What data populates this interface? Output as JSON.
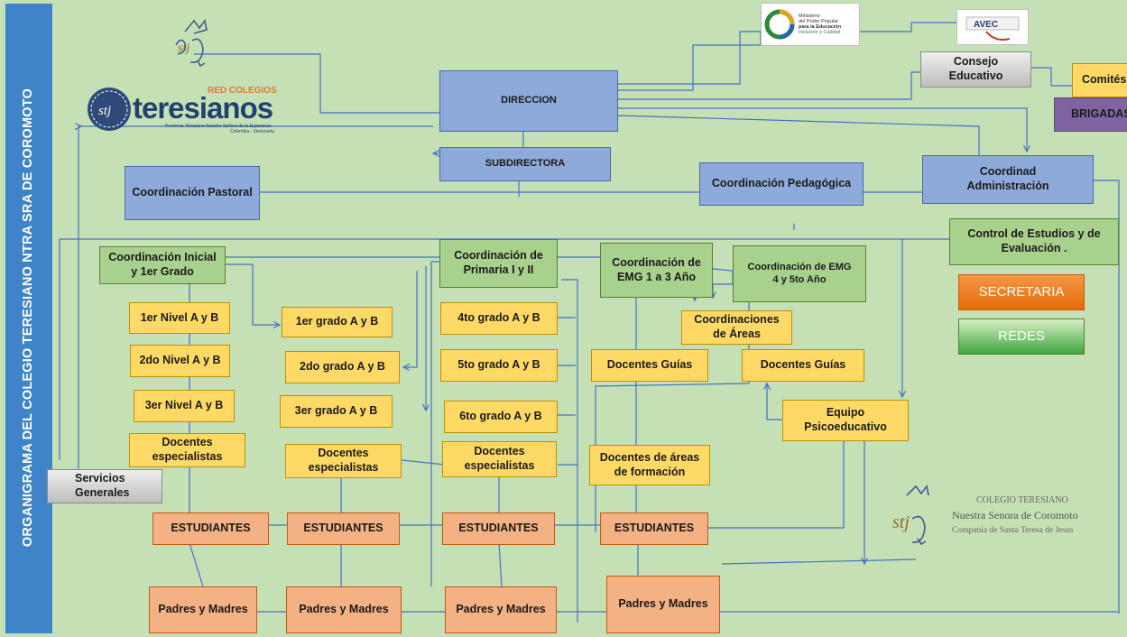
{
  "title": "ORGANIGRAMA DEL COLEGIO TERESIANO  NTRA SRA DE COROMOTO",
  "logos": {
    "red_colegios": {
      "top": "RED COLEGIOS",
      "main": "teresianos",
      "sub1": "Provincia Teresiana Nuestra Señora de la Esperanza",
      "sub2": "Colombia - Venezuela"
    },
    "ministerio": {
      "line1": "Ministerio",
      "line2": "del Poder Popular",
      "line3": "para la Educación",
      "line4": "Inclusión y Calidad"
    },
    "avec": {
      "text": "AVEC"
    },
    "colegio": {
      "line1": "COLEGIO TERESIANO",
      "line2": "Nuestra Senora de Coromoto",
      "line3": "Compania de Santa Teresa de Jesus"
    }
  },
  "boxes": {
    "direccion": "DIRECCION",
    "subdirectora": "SUBDIRECTORA",
    "consejo": "Consejo\nEducativo",
    "comites": "Comités",
    "brigadas": "BRIGADAS",
    "coord_pastoral": "Coordinación Pastoral",
    "coord_pedagogica": "Coordinación Pedagógica",
    "coord_administracion": "Coordinad\nAdministración",
    "control_estudios": "Control de Estudios y de\nEvaluación .",
    "secretaria": "SECRETARIA",
    "redes": "REDES",
    "coord_inicial": "Coordinación Inicial\ny 1er Grado",
    "coord_primaria": "Coordinación de\nPrimaria I  y  II",
    "coord_emg_13": "Coordinación de\nEMG  1 a 3  Año",
    "coord_emg_45": "Coordinación  de EMG\n4 y 5to Año",
    "nivel1": "1er Nivel A y B",
    "nivel2": "2do Nivel A y B",
    "nivel3": "3er Nivel A y B",
    "docentes_esp_1": "Docentes\nespecialistas",
    "grado1": "1er grado A y B",
    "grado2": "2do grado A y B",
    "grado3": "3er grado A y B",
    "docentes_esp_2": "Docentes\nespecialistas",
    "grado4": "4to grado A y B",
    "grado5": "5to grado A y B",
    "grado6": "6to grado A y B",
    "docentes_esp_3": "Docentes\nespecialistas",
    "coord_areas": "Coordinaciones\nde Áreas",
    "docentes_guias_1": "Docentes Guías",
    "docentes_guias_2": "Docentes Guías",
    "docentes_areas": "Docentes de áreas\nde formación",
    "equipo_psico": "Equipo\nPsicoeducativo",
    "servicios": "Servicios\nGenerales",
    "est1": "ESTUDIANTES",
    "est2": "ESTUDIANTES",
    "est3": "ESTUDIANTES",
    "est4": "ESTUDIANTES",
    "padres1": "Padres y Madres",
    "padres2": "Padres y Madres",
    "padres3": "Padres y Madres",
    "padres4": "Padres y Madres"
  },
  "colors": {
    "background": "#c5e0b4",
    "sidebar": "#3f83c8",
    "blue_box": "#8eaadb",
    "green_box": "#a9d18e",
    "yellow_box": "#ffd966",
    "salmon_box": "#f4b183",
    "connector": "#4472c4"
  }
}
